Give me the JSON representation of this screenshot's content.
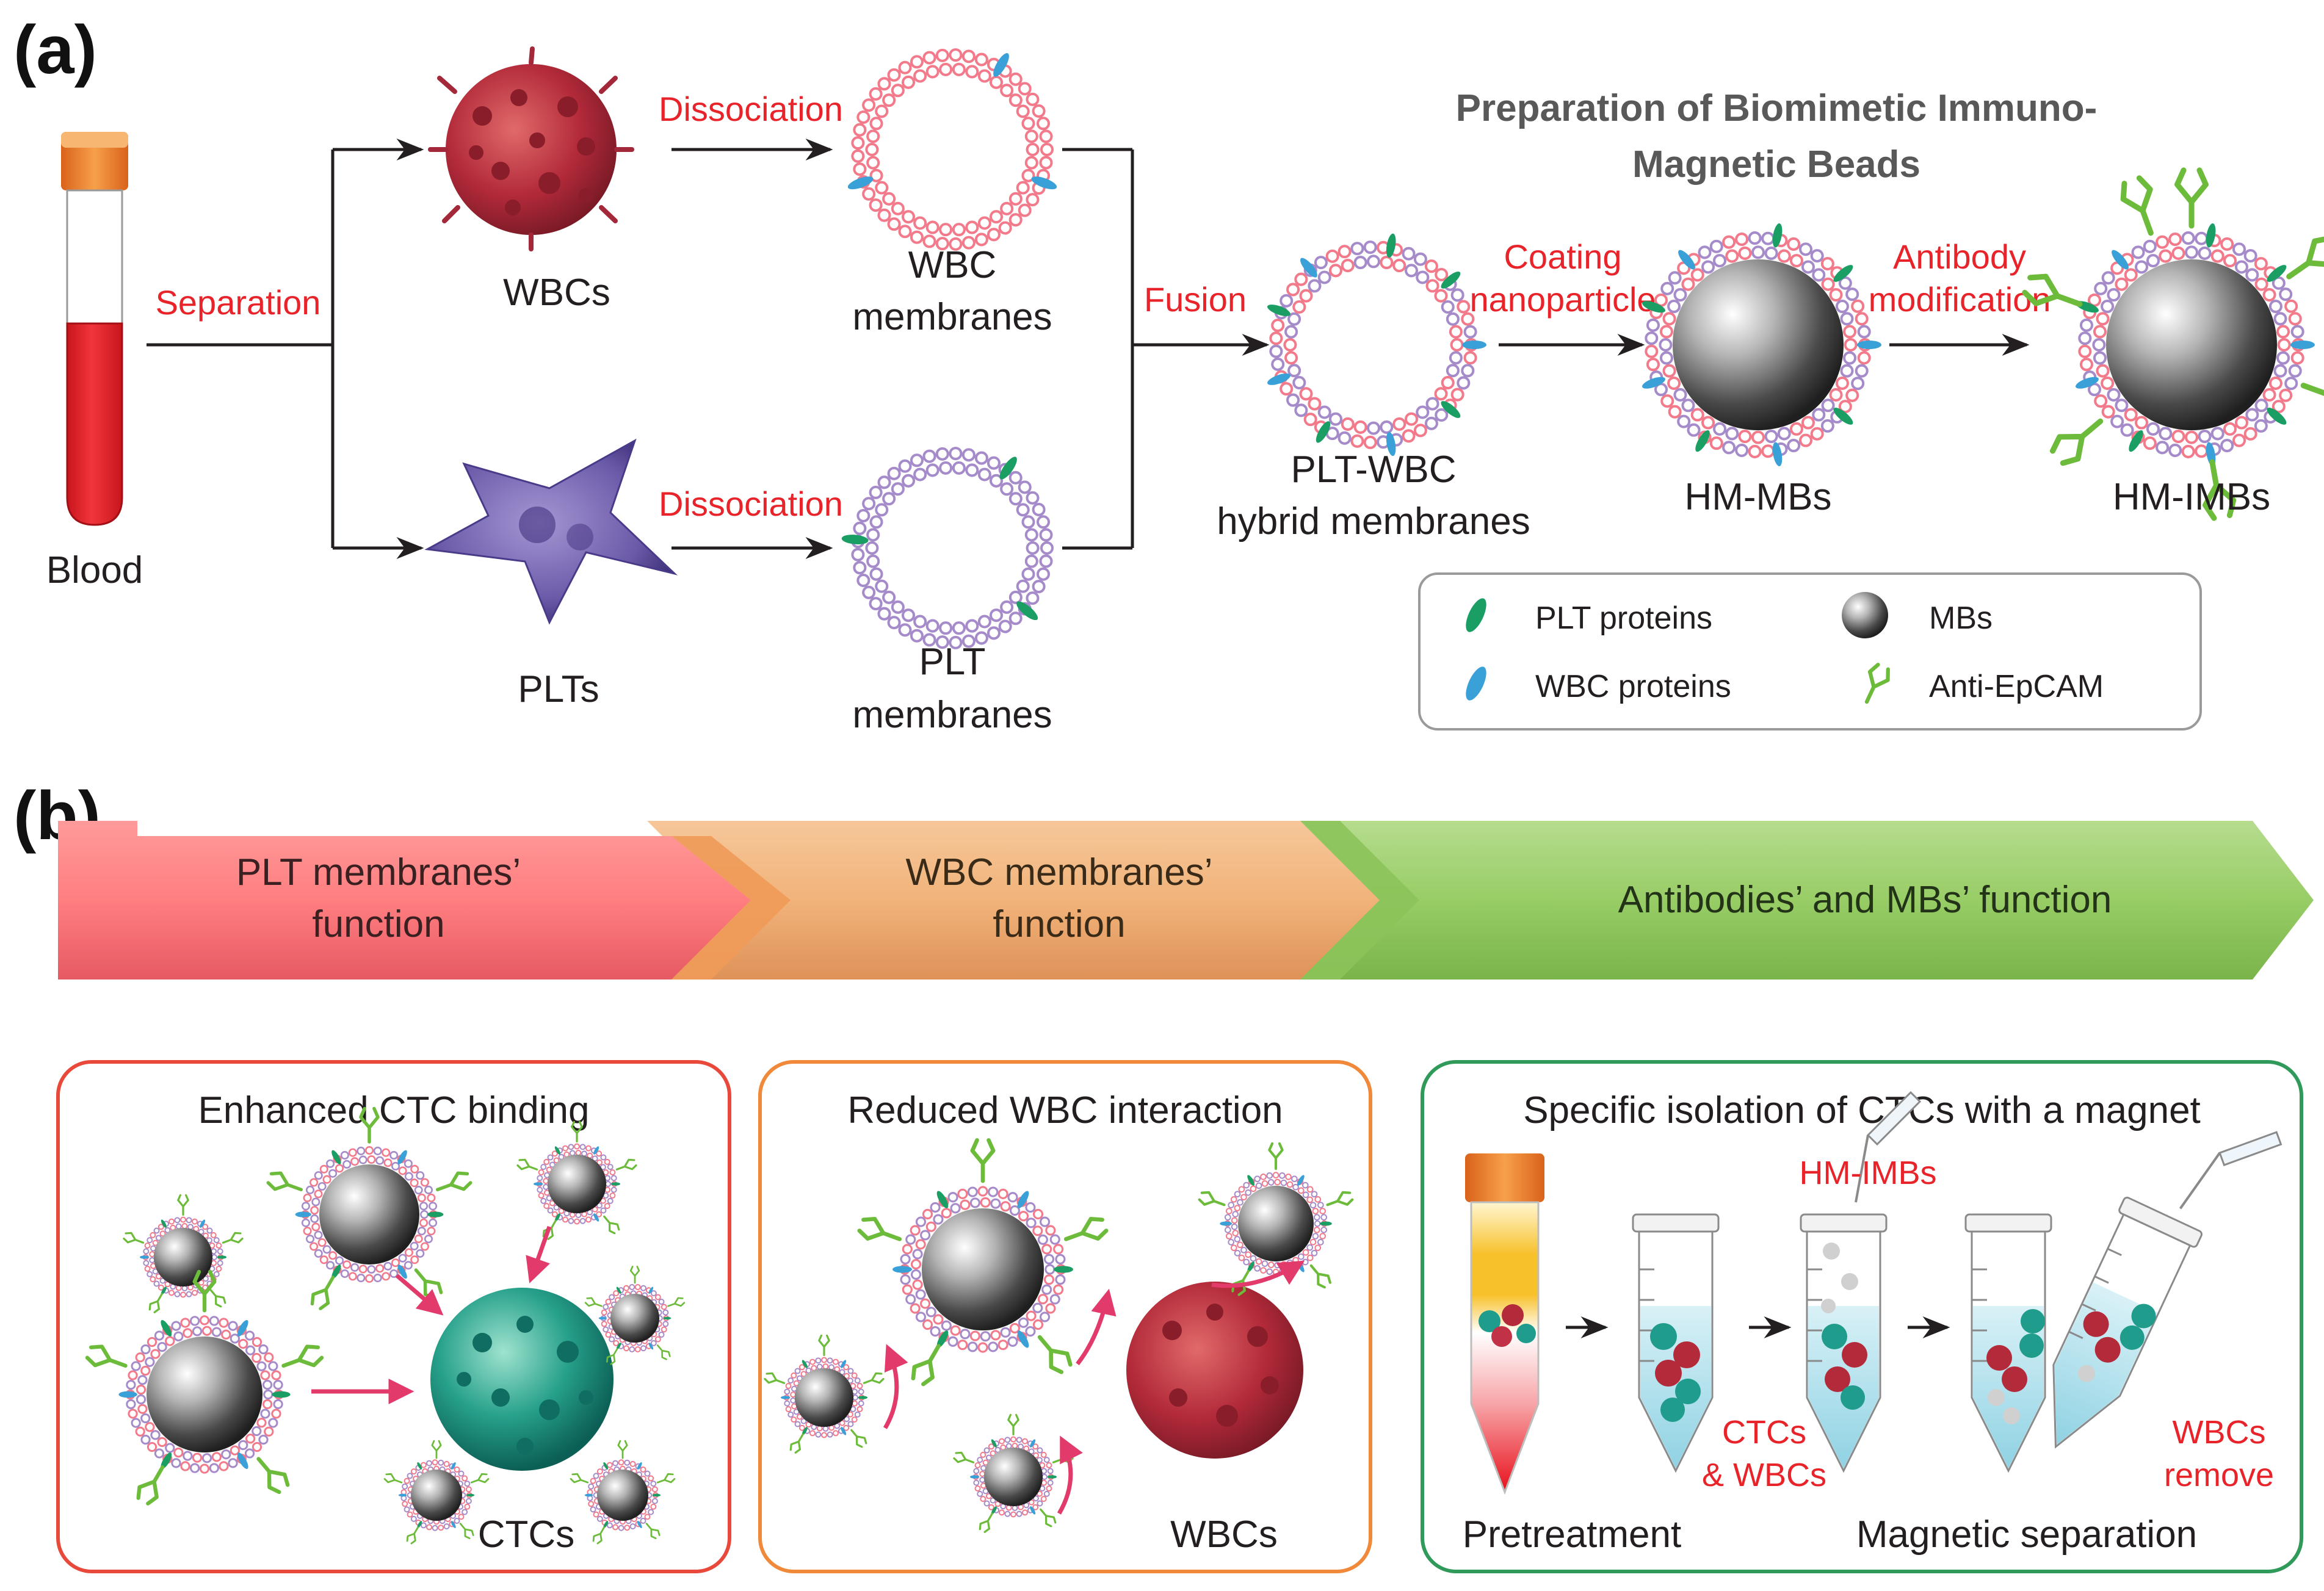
{
  "panel_a": {
    "letter": "(a)",
    "title_line1": "Preparation of Biomimetic Immuno-",
    "title_line2": "Magnetic Beads",
    "blood": "Blood",
    "separation": "Separation",
    "wbcs": "WBCs",
    "plts": "PLTs",
    "dissociation_top": "Dissociation",
    "dissociation_bottom": "Dissociation",
    "wbc_membranes_1": "WBC",
    "wbc_membranes_2": "membranes",
    "plt_membranes_1": "PLT",
    "plt_membranes_2": "membranes",
    "fusion": "Fusion",
    "hybrid_1": "PLT-WBC",
    "hybrid_2": "hybrid membranes",
    "coating_1": "Coating",
    "coating_2": "nanoparticle",
    "hm_mbs": "HM-MBs",
    "antibody_1": "Antibody",
    "antibody_2": "modification",
    "hm_imbs": "HM-IMBs",
    "legend": {
      "plt_proteins": "PLT proteins",
      "wbc_proteins": "WBC proteins",
      "mbs": "MBs",
      "anti_epcam": "Anti-EpCAM"
    }
  },
  "panel_b": {
    "letter": "(b)",
    "banner": {
      "seg1_line1": "PLT membranes’",
      "seg1_line2": "function",
      "seg2_line1": "WBC membranes’",
      "seg2_line2": "function",
      "seg3": "Antibodies’ and MBs’ function"
    },
    "box1": {
      "title": "Enhanced CTC binding",
      "ctcs": "CTCs"
    },
    "box2": {
      "title": "Reduced WBC interaction",
      "wbcs": "WBCs"
    },
    "box3": {
      "title": "Specific isolation of CTCs with a magnet",
      "hm_imbs": "HM-IMBs",
      "ctcs_wbcs_1": "CTCs",
      "ctcs_wbcs_2": "& WBCs",
      "wbcs_remove_1": "WBCs",
      "wbcs_remove_2": "remove",
      "pretreatment": "Pretreatment",
      "magnetic_separation": "Magnetic separation"
    }
  },
  "colors": {
    "red_label": "#e8242a",
    "text": "#231f20",
    "title_gray": "#595959",
    "wbc_cell": "#b32a3a",
    "plt_cell": "#6b5aa8",
    "ctc_cell": "#1f9c8c",
    "antibody": "#6dbb3a",
    "plt_protein": "#1a9e63",
    "wbc_protein": "#3aa0d8",
    "arrow_pink": "#e23a6a",
    "box1_border": "#e8493a",
    "box2_border": "#f08a3a",
    "box3_border": "#2f9a5a"
  }
}
